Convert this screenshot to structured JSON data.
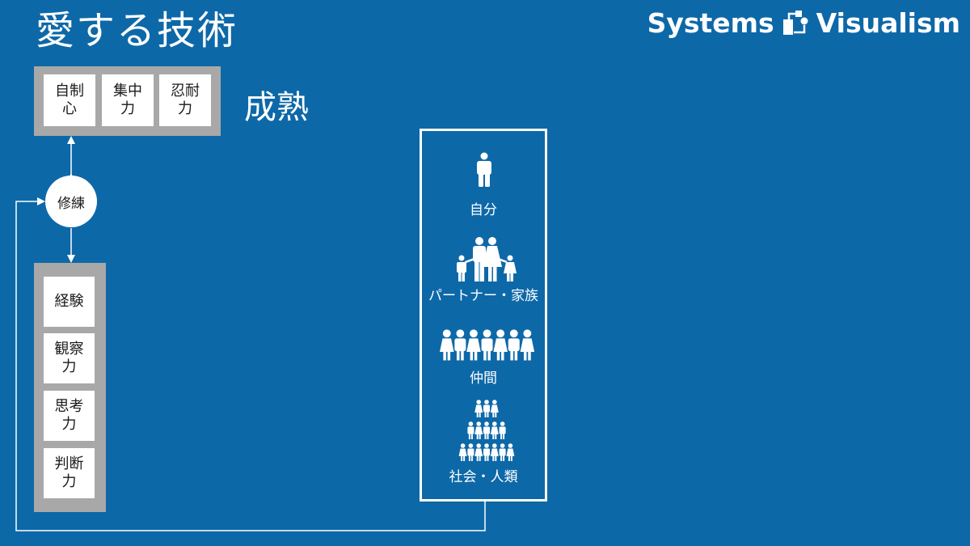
{
  "title": "愛する技術",
  "brand": {
    "name": "Systems",
    "name2": "Visualism",
    "logo_icon": "systems-visualism-logo-icon"
  },
  "top_box": {
    "items": [
      {
        "label": "自制心"
      },
      {
        "label": "集中力"
      },
      {
        "label": "忍耐力"
      }
    ]
  },
  "maturity_label": "成熟",
  "practice_label": "修練",
  "bottom_box": {
    "items": [
      {
        "label": "経験"
      },
      {
        "label": "観察力"
      },
      {
        "label": "思考力"
      },
      {
        "label": "判断力"
      }
    ]
  },
  "circle_panel": {
    "levels": [
      {
        "label": "自分",
        "icon": "single-person-icon"
      },
      {
        "label": "パートナー・家族",
        "icon": "family-icon"
      },
      {
        "label": "仲間",
        "icon": "group-icon"
      },
      {
        "label": "社会・人類",
        "icon": "crowd-pyramid-icon"
      }
    ]
  },
  "colors": {
    "background": "#0d68a8",
    "box": "#a8a8a8",
    "foreground": "#ffffff"
  }
}
